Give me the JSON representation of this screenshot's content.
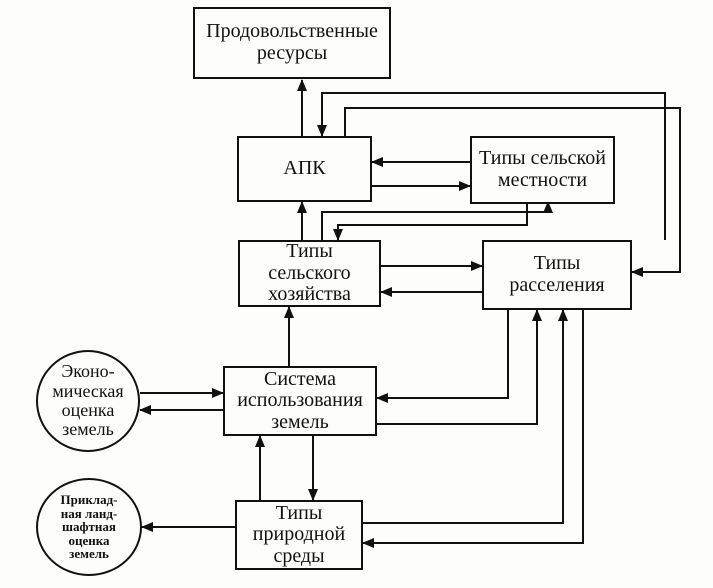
{
  "nodes": {
    "food": "Продовольственные\nресурсы",
    "apk": "АПК",
    "rural_types": "Типы сельской\nместности",
    "agri_types": "Типы\nсельского\nхозяйства",
    "settlement_types": "Типы\nрасселения",
    "land_use_system": "Система\nиспользования\nземель",
    "economic_assessment": "Эконо-\nмическая\nоценка\nземель",
    "applied_assessment": "Приклад-\nная ланд-\nшафтная\nоценка\nземель",
    "nature_types": "Типы\nприродной\nсреды"
  }
}
